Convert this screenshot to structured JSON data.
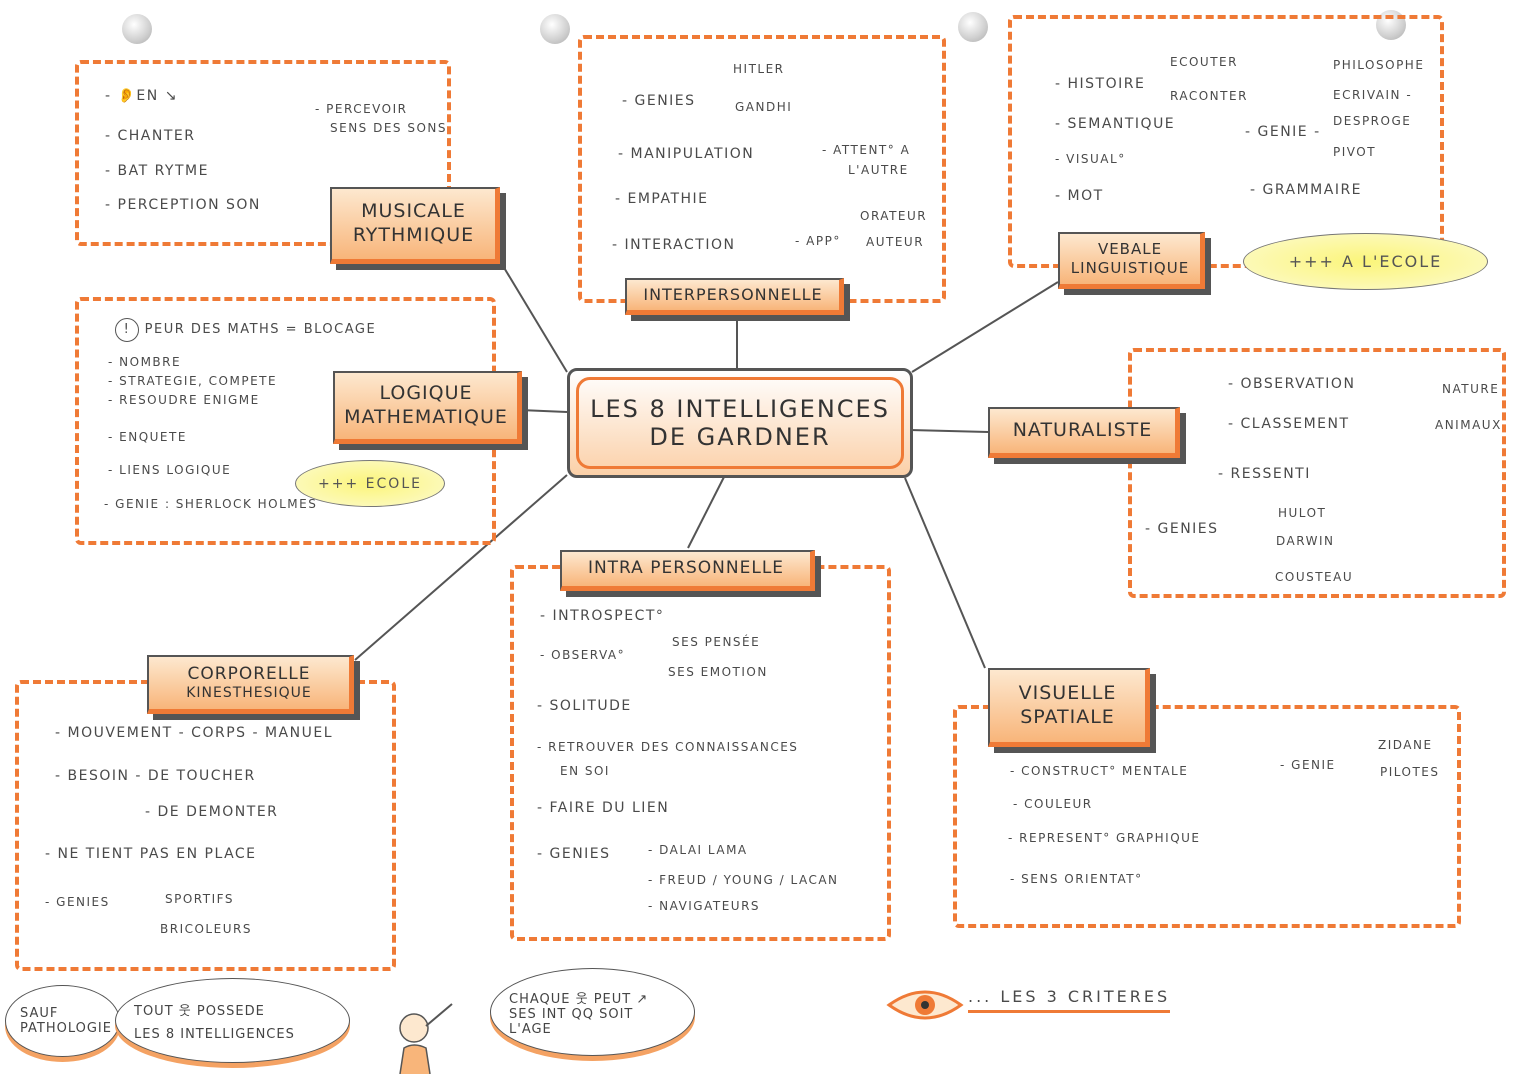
{
  "center": {
    "line1": "LES 8 INTELLIGENCES",
    "line2": "DE GARDNER"
  },
  "musicale": {
    "label1": "MUSICALE",
    "label2": "RYTHMIQUE",
    "items": [
      "- 👂EN ↘",
      "- CHANTER",
      "- BAT RYTME",
      "- PERCEPTION  SON"
    ],
    "side1": "- PERCEVOIR",
    "side2": "SENS DES SONS"
  },
  "interpersonnelle": {
    "label": "INTERPERSONNELLE",
    "genies": "- GENIES",
    "genie_a": "HITLER",
    "genie_b": "GANDHI",
    "items": [
      "- MANIPULATION",
      "- EMPATHIE",
      "- INTERACTION"
    ],
    "side1": "- ATTENT° A",
    "side2": "L'AUTRE",
    "app": "- APP°",
    "app_a": "ORATEUR",
    "app_b": "AUTEUR"
  },
  "verbale": {
    "label1": "VEBALE",
    "label2": "LINGUISTIQUE",
    "histoire": "- HISTOIRE",
    "ecouter": "ECOUTER",
    "raconter": "RACONTER",
    "items": [
      "- SEMANTIQUE",
      "- VISUAL°",
      "- MOT"
    ],
    "genie": "- GENIE -",
    "genies": [
      "PHILOSOPHE",
      "ECRIVAIN -",
      "DESPROGE",
      "PIVOT"
    ],
    "grammaire": "- GRAMMAIRE",
    "ellipse": "+++  A  L'ECOLE"
  },
  "logique": {
    "label1": "LOGIQUE",
    "label2": "MATHEMATIQUE",
    "warning": "PEUR DES MATHS = BLOCAGE",
    "items": [
      "- NOMBRE",
      "- STRATEGIE, COMPETE",
      "- RESOUDRE ENIGME",
      "- ENQUETE",
      "- LIENS LOGIQUE",
      "- GENIE : SHERLOCK HOLMES"
    ],
    "ellipse": "+++  ECOLE"
  },
  "naturaliste": {
    "label": "NATURALISTE",
    "items": [
      "- OBSERVATION",
      "- CLASSEMENT",
      "- RESSENTI"
    ],
    "side": [
      "NATURE",
      "ANIMAUX"
    ],
    "genies": "- GENIES",
    "genie_list": [
      "HULOT",
      "DARWIN",
      "COUSTEAU"
    ]
  },
  "intrapersonnelle": {
    "label": "INTRA PERSONNELLE",
    "introspect": "- INTROSPECT°",
    "observa": "- OBSERVA°",
    "obs_a": "SES PENSÉE",
    "obs_b": "SES EMOTION",
    "solitude": "- SOLITUDE",
    "retrouver1": "- RETROUVER  DES CONNAISSANCES",
    "retrouver2": "EN SOI",
    "lien": "- FAIRE  DU  LIEN",
    "genies": "- GENIES",
    "genie_list": [
      "- DALAI LAMA",
      "- FREUD / YOUNG / LACAN",
      "- NAVIGATEURS"
    ]
  },
  "corporelle": {
    "label1": "CORPORELLE",
    "label2": "KINESTHESIQUE",
    "items": [
      "- MOUVEMENT - CORPS - MANUEL",
      "- BESOIN - DE TOUCHER",
      "- DE DEMONTER",
      "- NE TIENT PAS EN PLACE"
    ],
    "genies": "- GENIES",
    "genie_list": [
      "SPORTIFS",
      "BRICOLEURS"
    ]
  },
  "visuelle": {
    "label1": "VISUELLE",
    "label2": "SPATIALE",
    "items": [
      "- CONSTRUCT° MENTALE",
      "- COULEUR",
      "- REPRESENT° GRAPHIQUE",
      "- SENS ORIENTAT°"
    ],
    "genie": "- GENIE",
    "genie_list": [
      "ZIDANE",
      "PILOTES"
    ]
  },
  "bubbles": {
    "sauf1": "SAUF",
    "sauf2": "PATHOLOGIE",
    "tout1": "TOUT 웃 POSSEDE",
    "tout2": "LES 8 INTELLIGENCES",
    "chaque1": "CHAQUE 웃 PEUT ↗",
    "chaque2": "SES INT QQ SOIT",
    "chaque3": "L'AGE"
  },
  "criteres": "... LES 3 CRITERES",
  "colors": {
    "accent": "#ef7a36",
    "highlight": "#fbf57a",
    "ink": "#4a4a4a"
  }
}
